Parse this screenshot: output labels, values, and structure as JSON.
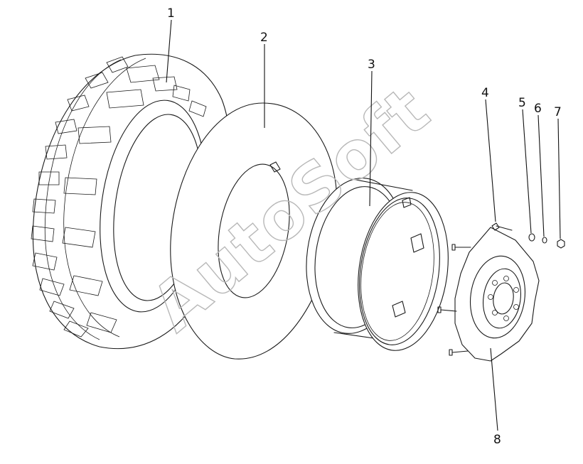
{
  "watermark": {
    "text": "AutoSoft"
  },
  "callouts": [
    {
      "id": "1",
      "label": "1"
    },
    {
      "id": "2",
      "label": "2"
    },
    {
      "id": "3",
      "label": "3"
    },
    {
      "id": "4",
      "label": "4"
    },
    {
      "id": "5",
      "label": "5"
    },
    {
      "id": "6",
      "label": "6"
    },
    {
      "id": "7",
      "label": "7"
    },
    {
      "id": "8",
      "label": "8"
    }
  ]
}
